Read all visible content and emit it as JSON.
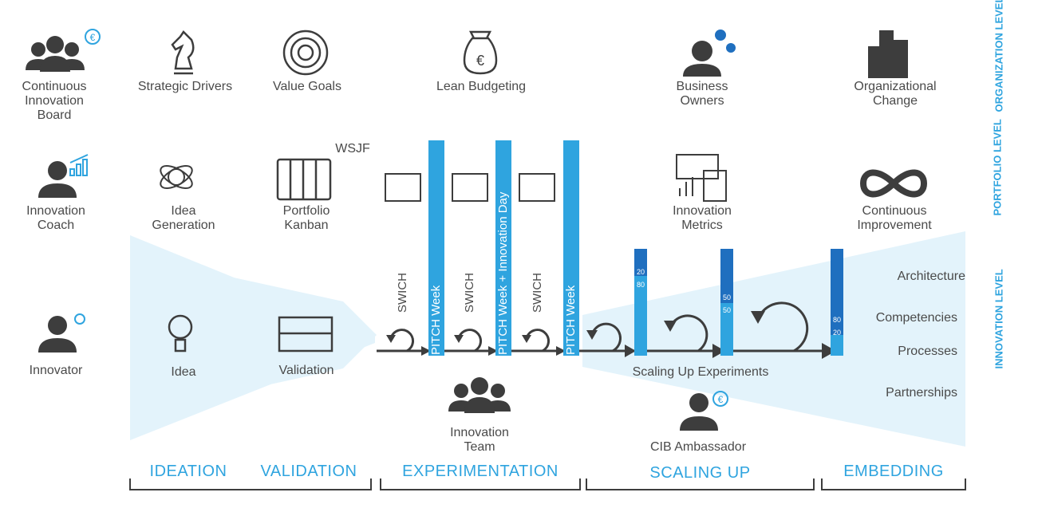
{
  "levels": {
    "organization": "ORGANIZATION LEVEL",
    "portfolio": "PORTFOLIO LEVEL",
    "innovation": "INNOVATION LEVEL"
  },
  "organization_row": {
    "board": "Continuous Innovation Board",
    "drivers": "Strategic Drivers",
    "goals": "Value Goals",
    "budget": "Lean Budgeting",
    "owners": "Business Owners",
    "change": "Organizational Change"
  },
  "portfolio_row": {
    "coach": "Innovation Coach",
    "idea_gen": "Idea Generation",
    "kanban": "Portfolio Kanban",
    "wsjf": "WSJF",
    "metrics": "Innovation Metrics",
    "improvement": "Continuous Improvement"
  },
  "innovation_row": {
    "innovator": "Innovator",
    "idea": "Idea",
    "validation": "Validation",
    "team": "Innovation Team",
    "ambassador": "CIB Ambassador",
    "scaling_experiments": "Scaling Up Experiments",
    "swich": "SWICH",
    "pitch_week": "PITCH Week",
    "pitch_innovation": "PITCH Week + Innovation Day",
    "ratio_1_top": "20",
    "ratio_1_bottom": "80",
    "ratio_2_top": "50",
    "ratio_2_bottom": "50",
    "ratio_3_top": "80",
    "ratio_3_bottom": "20"
  },
  "embedding_items": [
    "Architecture",
    "Competencies",
    "Processes",
    "Partnerships"
  ],
  "phases": [
    "IDEATION",
    "VALIDATION",
    "EXPERIMENTATION",
    "SCALING UP",
    "EMBEDDING"
  ],
  "colors": {
    "accent": "#2fa4df",
    "dark_blue": "#1f6fbf",
    "funnel": "#e3f3fb",
    "icon": "#3d3d3d"
  }
}
